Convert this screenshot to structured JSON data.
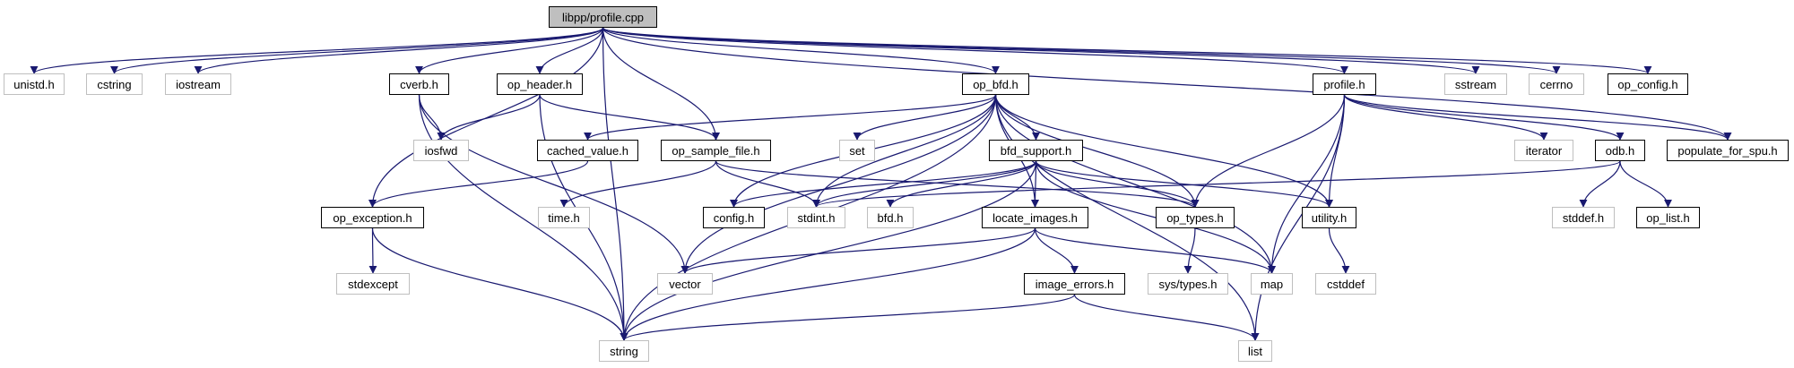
{
  "graph": {
    "edge_color": "#191970",
    "root_fill": "#bfbfbf",
    "project_border": "#000000",
    "system_border": "#bfbfbf",
    "nodes": [
      {
        "id": "root",
        "label": "libpp/profile.cpp",
        "kind": "root"
      },
      {
        "id": "unistd",
        "label": "unistd.h",
        "kind": "system"
      },
      {
        "id": "cstring",
        "label": "cstring",
        "kind": "system"
      },
      {
        "id": "iostream",
        "label": "iostream",
        "kind": "system"
      },
      {
        "id": "cverb",
        "label": "cverb.h",
        "kind": "project"
      },
      {
        "id": "op_header",
        "label": "op_header.h",
        "kind": "project"
      },
      {
        "id": "op_bfd",
        "label": "op_bfd.h",
        "kind": "project"
      },
      {
        "id": "profile_h",
        "label": "profile.h",
        "kind": "project"
      },
      {
        "id": "sstream",
        "label": "sstream",
        "kind": "system"
      },
      {
        "id": "cerrno",
        "label": "cerrno",
        "kind": "system"
      },
      {
        "id": "op_config",
        "label": "op_config.h",
        "kind": "project"
      },
      {
        "id": "iosfwd",
        "label": "iosfwd",
        "kind": "system"
      },
      {
        "id": "cached_value",
        "label": "cached_value.h",
        "kind": "project"
      },
      {
        "id": "op_sample_file",
        "label": "op_sample_file.h",
        "kind": "project"
      },
      {
        "id": "set",
        "label": "set",
        "kind": "system"
      },
      {
        "id": "bfd_support",
        "label": "bfd_support.h",
        "kind": "project"
      },
      {
        "id": "iterator",
        "label": "iterator",
        "kind": "system"
      },
      {
        "id": "odb",
        "label": "odb.h",
        "kind": "project"
      },
      {
        "id": "populate_for_spu",
        "label": "populate_for_spu.h",
        "kind": "project"
      },
      {
        "id": "op_exception",
        "label": "op_exception.h",
        "kind": "project"
      },
      {
        "id": "time",
        "label": "time.h",
        "kind": "system"
      },
      {
        "id": "config",
        "label": "config.h",
        "kind": "project"
      },
      {
        "id": "stdint",
        "label": "stdint.h",
        "kind": "system"
      },
      {
        "id": "bfd",
        "label": "bfd.h",
        "kind": "system"
      },
      {
        "id": "locate_images",
        "label": "locate_images.h",
        "kind": "project"
      },
      {
        "id": "op_types",
        "label": "op_types.h",
        "kind": "project"
      },
      {
        "id": "utility",
        "label": "utility.h",
        "kind": "project"
      },
      {
        "id": "stddef",
        "label": "stddef.h",
        "kind": "system"
      },
      {
        "id": "op_list",
        "label": "op_list.h",
        "kind": "project"
      },
      {
        "id": "stdexcept",
        "label": "stdexcept",
        "kind": "system"
      },
      {
        "id": "vector",
        "label": "vector",
        "kind": "system"
      },
      {
        "id": "image_errors",
        "label": "image_errors.h",
        "kind": "project"
      },
      {
        "id": "sys_types",
        "label": "sys/types.h",
        "kind": "system"
      },
      {
        "id": "map",
        "label": "map",
        "kind": "system"
      },
      {
        "id": "cstddef",
        "label": "cstddef",
        "kind": "system"
      },
      {
        "id": "string",
        "label": "string",
        "kind": "system"
      },
      {
        "id": "list",
        "label": "list",
        "kind": "system"
      }
    ],
    "edges": [
      [
        "root",
        "unistd"
      ],
      [
        "root",
        "cstring"
      ],
      [
        "root",
        "iostream"
      ],
      [
        "root",
        "cverb"
      ],
      [
        "root",
        "op_header"
      ],
      [
        "root",
        "op_sample_file"
      ],
      [
        "root",
        "op_bfd"
      ],
      [
        "root",
        "profile_h"
      ],
      [
        "root",
        "sstream"
      ],
      [
        "root",
        "cerrno"
      ],
      [
        "root",
        "op_config"
      ],
      [
        "root",
        "populate_for_spu"
      ],
      [
        "root",
        "string"
      ],
      [
        "root",
        "op_exception"
      ],
      [
        "cverb",
        "iosfwd"
      ],
      [
        "cverb",
        "string"
      ],
      [
        "cverb",
        "vector"
      ],
      [
        "op_header",
        "iosfwd"
      ],
      [
        "op_header",
        "op_sample_file"
      ],
      [
        "op_header",
        "string"
      ],
      [
        "cached_value",
        "op_exception"
      ],
      [
        "op_exception",
        "stdexcept"
      ],
      [
        "op_exception",
        "string"
      ],
      [
        "op_sample_file",
        "time"
      ],
      [
        "op_sample_file",
        "stdint"
      ],
      [
        "op_sample_file",
        "op_types"
      ],
      [
        "op_bfd",
        "cached_value"
      ],
      [
        "op_bfd",
        "set"
      ],
      [
        "op_bfd",
        "bfd_support"
      ],
      [
        "op_bfd",
        "string"
      ],
      [
        "op_bfd",
        "vector"
      ],
      [
        "op_bfd",
        "config"
      ],
      [
        "op_bfd",
        "stdint"
      ],
      [
        "op_bfd",
        "locate_images"
      ],
      [
        "op_bfd",
        "op_types"
      ],
      [
        "op_bfd",
        "utility"
      ],
      [
        "op_bfd",
        "map"
      ],
      [
        "op_bfd",
        "list"
      ],
      [
        "bfd_support",
        "config"
      ],
      [
        "bfd_support",
        "stdint"
      ],
      [
        "bfd_support",
        "bfd"
      ],
      [
        "bfd_support",
        "locate_images"
      ],
      [
        "bfd_support",
        "string"
      ],
      [
        "bfd_support",
        "op_types"
      ],
      [
        "bfd_support",
        "utility"
      ],
      [
        "bfd_support",
        "map"
      ],
      [
        "locate_images",
        "vector"
      ],
      [
        "locate_images",
        "image_errors"
      ],
      [
        "locate_images",
        "string"
      ],
      [
        "locate_images",
        "map"
      ],
      [
        "image_errors",
        "string"
      ],
      [
        "image_errors",
        "list"
      ],
      [
        "op_types",
        "sys_types"
      ],
      [
        "profile_h",
        "op_types"
      ],
      [
        "profile_h",
        "utility"
      ],
      [
        "profile_h",
        "map"
      ],
      [
        "profile_h",
        "list"
      ],
      [
        "profile_h",
        "iterator"
      ],
      [
        "profile_h",
        "odb"
      ],
      [
        "profile_h",
        "populate_for_spu"
      ],
      [
        "odb",
        "stdint"
      ],
      [
        "odb",
        "stddef"
      ],
      [
        "odb",
        "op_list"
      ],
      [
        "utility",
        "cstddef"
      ]
    ]
  }
}
